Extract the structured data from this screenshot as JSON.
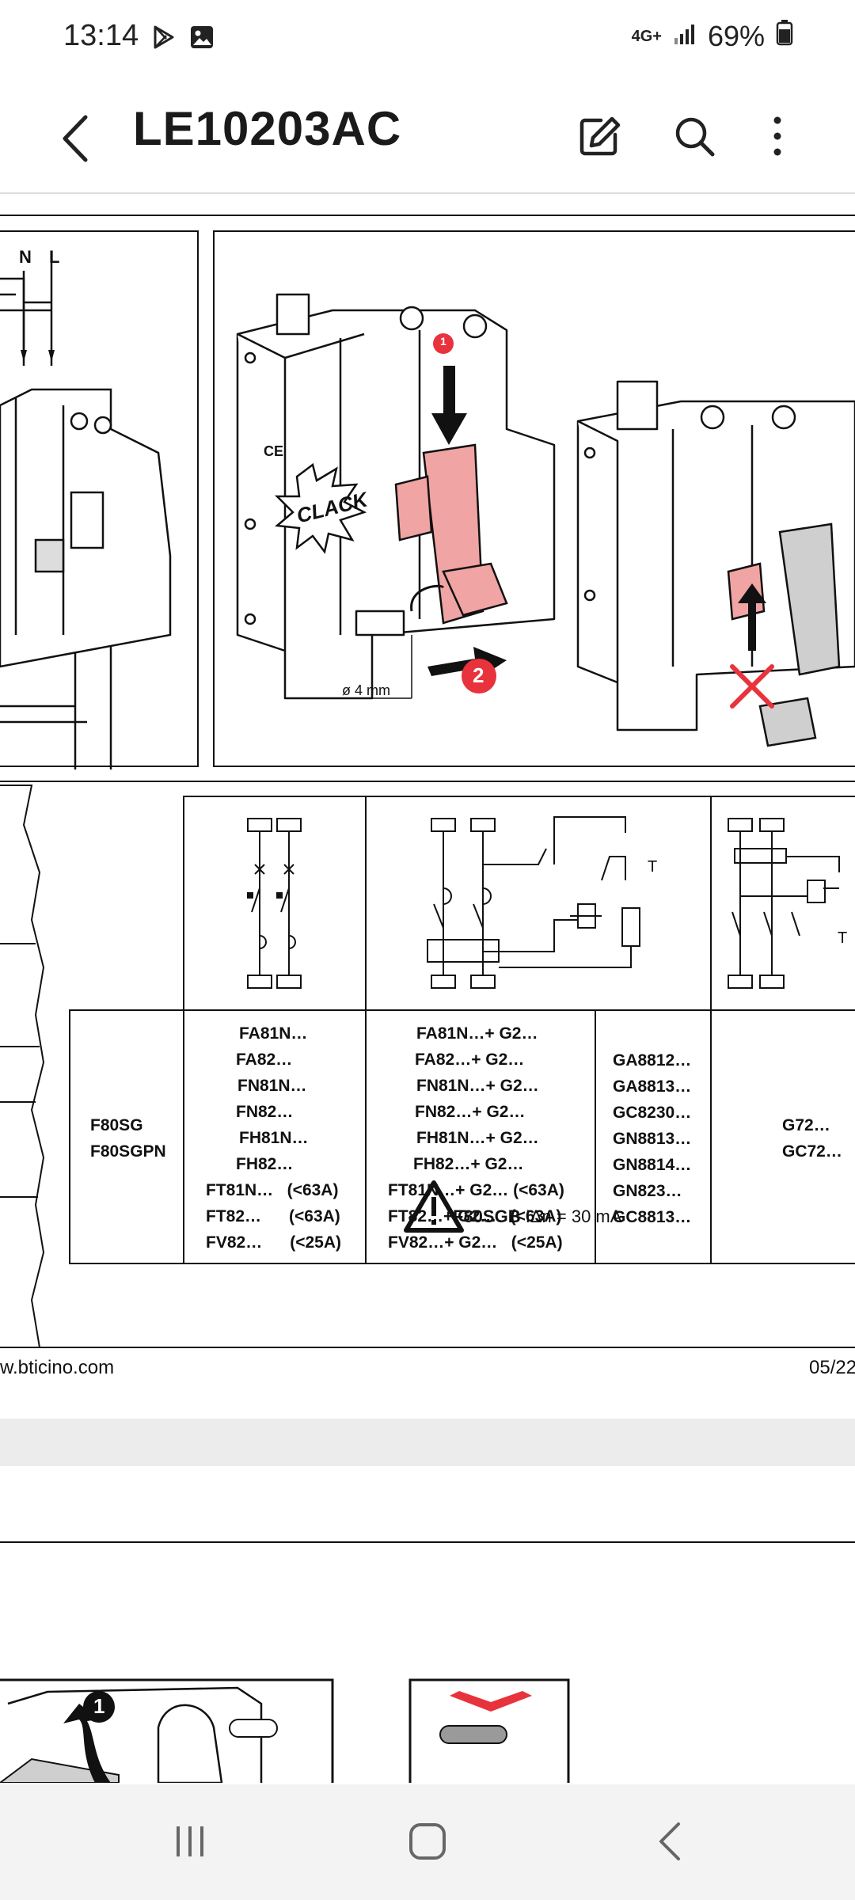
{
  "status_bar": {
    "time": "13:14",
    "network": "4G+",
    "battery": "69%",
    "icons": [
      "play-store-icon",
      "gallery-icon",
      "signal-icon",
      "battery-icon"
    ]
  },
  "app_bar": {
    "title": "LE10203AC",
    "icons": [
      "back-arrow-icon",
      "edit-icon",
      "search-icon",
      "more-vert-icon"
    ]
  },
  "document": {
    "wiring_labels": {
      "n": "N",
      "l": "L"
    },
    "steps": {
      "one": "1",
      "two": "2",
      "clack": "CLACK"
    },
    "diameter": "ø 4 mm",
    "breaker_mark": "CE",
    "schematic_T1": "T",
    "schematic_T2": "T",
    "table": {
      "first_col": [
        "F80SG",
        "F80SGPN"
      ],
      "col2": [
        "FA81N…",
        "FA82…",
        "FN81N…",
        "FN82…",
        "FH81N…",
        "FH82…",
        "FT81N…   (<63A)",
        "FT82…      (<63A)",
        "FV82…      (<25A)"
      ],
      "col3": [
        "FA81N…+ G2…",
        "FA82…+ G2…",
        "FN81N…+ G2…",
        "FN82…+ G2…",
        "FH81N…+ G2…",
        "FH82…+ G2…",
        "FT81N…+ G2… (<63A)",
        "FT82…+ G2…   (<63A)",
        "FV82…+ G2…   (<25A)"
      ],
      "col4": [
        "GA8812…",
        "GA8813…",
        "GC8230…",
        "GN8813…",
        "GN8814…",
        "GN823…",
        "GC8813…"
      ],
      "col5": [
        "G72…",
        "GC72…"
      ]
    },
    "warning": {
      "model": "F80SGB",
      "spec": "IΔn = 30 mA"
    },
    "footer": {
      "url": "w.bticino.com",
      "date": "05/22"
    },
    "page2_step": "1"
  },
  "nav_bar": {
    "icons": [
      "recents-icon",
      "home-icon",
      "nav-back-icon"
    ]
  },
  "colors": {
    "accent_red": "#e8323c",
    "pink_part": "#f0a4a4",
    "line": "#111111",
    "gray_part": "#cfcfcf"
  }
}
